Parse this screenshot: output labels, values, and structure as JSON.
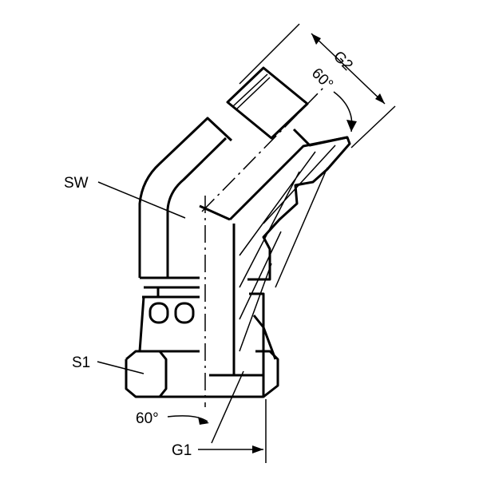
{
  "labels": {
    "g2": "G2",
    "angle_top": "60°",
    "sw": "SW",
    "s1": "S1",
    "angle_bottom": "60°",
    "g1": "G1"
  }
}
